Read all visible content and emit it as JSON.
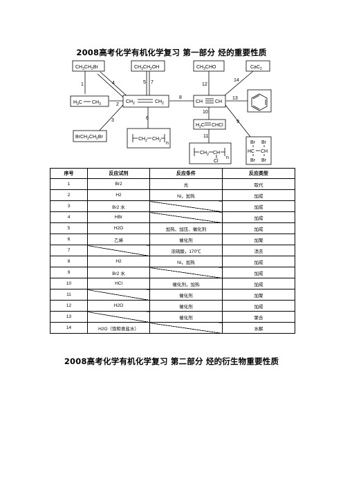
{
  "title_part1": "2008高考化学有机化学复习  第一部分  烃的重要性质",
  "title_part2": "2008高考化学有机化学复习  第二部分  烃的衍生物重要性质",
  "diagram": {
    "nodes": {
      "ch3ch2br": "CH3CH2Br",
      "ch3ch2oh": "CH3CH2OH",
      "ch3cho": "CH3CHO",
      "cac2": "CaC2",
      "ethane": "H3C — CH3",
      "ethene": "CH2 ══ CH2",
      "ethyne": "CH ══ CH",
      "benzene": "benzene ring",
      "vinyl_chloride": "H2C ══ CHCl",
      "dibromoethane": "BrCH2CH2Br",
      "polyethylene": "[ CH2 — CH2 ]n",
      "pvc": "[ CH2 — CH ]n  Cl",
      "tetrabromoethane": "Br Br / HC — CH / Br Br"
    },
    "edge_labels": [
      "1",
      "2",
      "3",
      "4",
      "5",
      "6",
      "7",
      "8",
      "9",
      "10",
      "11",
      "12",
      "13",
      "14"
    ]
  },
  "table": {
    "headers": [
      "序号",
      "反应试剂",
      "反应条件",
      "反应类型"
    ],
    "rows": [
      {
        "no": "1",
        "reagent": "Br2",
        "condition": "光",
        "type": "取代"
      },
      {
        "no": "2",
        "reagent": "H2",
        "condition": "Ni，加热",
        "type": "加成"
      },
      {
        "no": "3",
        "reagent": "Br2 水",
        "condition": "",
        "type": "加成"
      },
      {
        "no": "4",
        "reagent": "HBr",
        "condition": "",
        "type": "加成"
      },
      {
        "no": "5",
        "reagent": "H2O",
        "condition": "加热、加压、催化剂",
        "type": "加成"
      },
      {
        "no": "6",
        "reagent": "乙烯",
        "condition": "催化剂",
        "type": "加聚"
      },
      {
        "no": "7",
        "reagent": "",
        "condition": "浓硫酸，170℃",
        "type": "消去"
      },
      {
        "no": "8",
        "reagent": "H2",
        "condition": "Ni，加热",
        "type": "加成"
      },
      {
        "no": "9",
        "reagent": "Br2 水",
        "condition": "",
        "type": "加成"
      },
      {
        "no": "10",
        "reagent": "HCl",
        "condition": "催化剂，加热",
        "type": "加成"
      },
      {
        "no": "11",
        "reagent": "",
        "condition": "催化剂",
        "type": "加聚"
      },
      {
        "no": "12",
        "reagent": "H2O",
        "condition": "催化剂",
        "type": "加成"
      },
      {
        "no": "13",
        "reagent": "",
        "condition": "催化剂",
        "type": "聚合"
      },
      {
        "no": "14",
        "reagent": "H2O（饱和食盐水）",
        "condition": "",
        "type": "水解"
      }
    ]
  }
}
